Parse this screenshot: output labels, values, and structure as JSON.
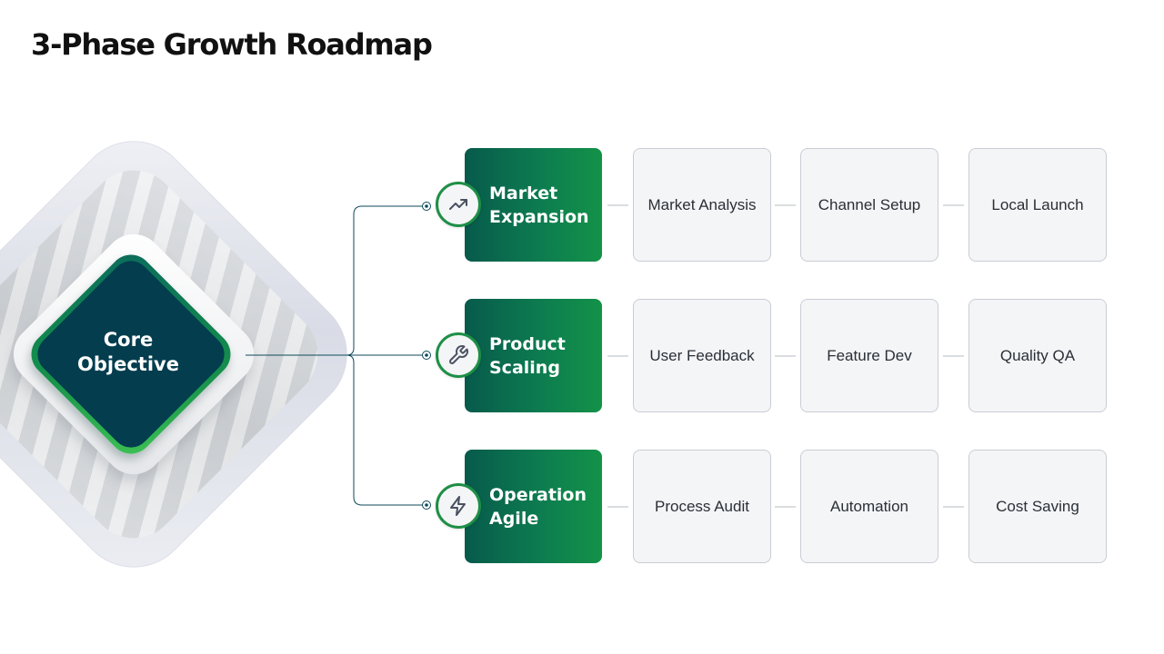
{
  "title": "3-Phase Growth Roadmap",
  "core": {
    "line1": "Core",
    "line2": "Objective"
  },
  "colors": {
    "core": "#033d4e",
    "phase_start": "#075a4b",
    "phase_end": "#139248",
    "ring": "#1e8f46",
    "connector": "#0e4a5a"
  },
  "phases": [
    {
      "line1": "Market",
      "line2": "Expansion",
      "icon": "trending-up-icon",
      "steps": [
        "Market Analysis",
        "Channel Setup",
        "Local Launch"
      ]
    },
    {
      "line1": "Product",
      "line2": "Scaling",
      "icon": "wrench-icon",
      "steps": [
        "User Feedback",
        "Feature Dev",
        "Quality QA"
      ]
    },
    {
      "line1": "Operation",
      "line2": "Agile",
      "icon": "lightning-icon",
      "steps": [
        "Process Audit",
        "Automation",
        "Cost Saving"
      ]
    }
  ]
}
